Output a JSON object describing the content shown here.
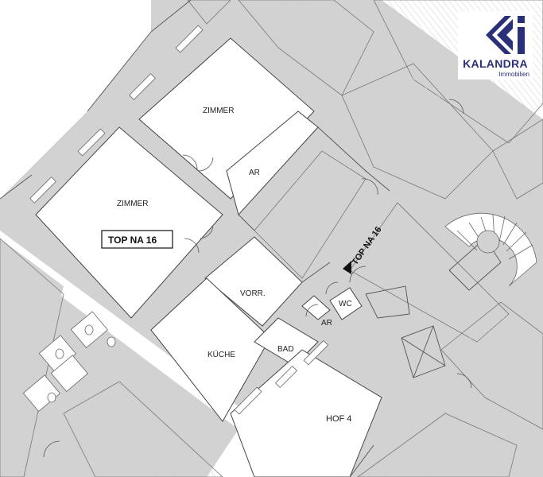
{
  "plan": {
    "rooms": {
      "zimmer_1": "ZIMMER",
      "zimmer_2": "ZIMMER",
      "ar_1": "AR",
      "vorr": "VORR.",
      "wc": "WC",
      "ar_2": "AR",
      "kueche": "KÜCHE",
      "bad": "BAD",
      "hof": "HOF 4"
    },
    "unit_label": "TOP NA 16",
    "entrance_label": "TOP NA 16"
  },
  "logo": {
    "name": "KALANDRA",
    "subtitle": "Immobilien",
    "mark_icon": "kalandra-logo-icon",
    "colors": {
      "brand": "#2a3178",
      "wall": "#d2d2d2",
      "line": "#555555"
    }
  }
}
